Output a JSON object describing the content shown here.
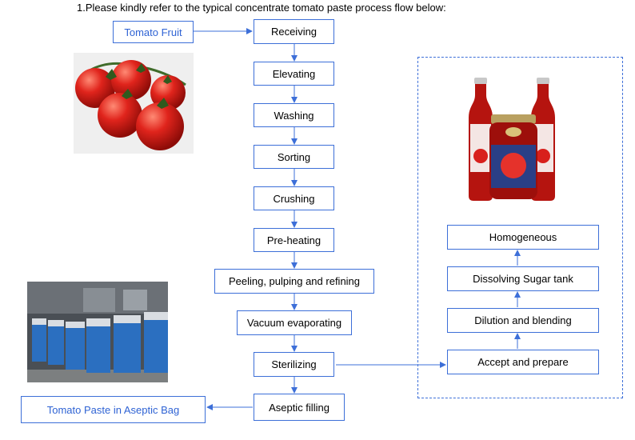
{
  "header": {
    "title": "1.Please kindly refer to the typical concentrate tomato paste process flow below:"
  },
  "inputs": {
    "tomato_fruit": "Tomato Fruit"
  },
  "outputs": {
    "aseptic_bag": "Tomato Paste in Aseptic Bag"
  },
  "steps": {
    "receiving": "Receiving",
    "elevating": "Elevating",
    "washing": "Washing",
    "sorting": "Sorting",
    "crushing": "Crushing",
    "preheating": "Pre-heating",
    "peeling": "Peeling, pulping and refining",
    "vacuum": "Vacuum evaporating",
    "sterilizing": "Sterilizing",
    "aseptic_filling": "Aseptic filling"
  },
  "secondary": {
    "accept": "Accept and prepare",
    "dilution": "Dilution and blending",
    "dissolving": "Dissolving Sugar tank",
    "homogeneous": "Homogeneous"
  },
  "colors": {
    "accent": "#3d6fd8",
    "tomato": "#d8201c",
    "drum": "#2b6fc0"
  }
}
